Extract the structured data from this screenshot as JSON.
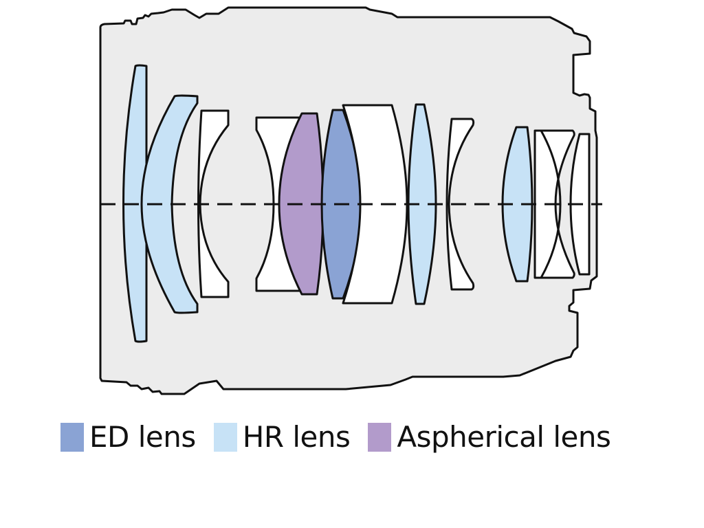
{
  "colors": {
    "ed": "#8aa3d4",
    "hr": "#c7e2f6",
    "aspherical": "#b29bcb",
    "plain": "#ffffff",
    "barrel": "#ececec",
    "outline": "#111111"
  },
  "lens_elements": [
    {
      "id": 1,
      "type": "hr"
    },
    {
      "id": 2,
      "type": "hr"
    },
    {
      "id": 3,
      "type": "plain"
    },
    {
      "id": 4,
      "type": "plain"
    },
    {
      "id": 5,
      "type": "aspherical"
    },
    {
      "id": 6,
      "type": "ed"
    },
    {
      "id": 7,
      "type": "plain"
    },
    {
      "id": 8,
      "type": "hr"
    },
    {
      "id": 9,
      "type": "plain"
    },
    {
      "id": 10,
      "type": "hr"
    },
    {
      "id": 11,
      "type": "plain"
    },
    {
      "id": 12,
      "type": "plain"
    }
  ],
  "legend": [
    {
      "key": "ed",
      "label": "ED lens"
    },
    {
      "key": "hr",
      "label": "HR lens"
    },
    {
      "key": "aspherical",
      "label": "Aspherical lens"
    }
  ]
}
